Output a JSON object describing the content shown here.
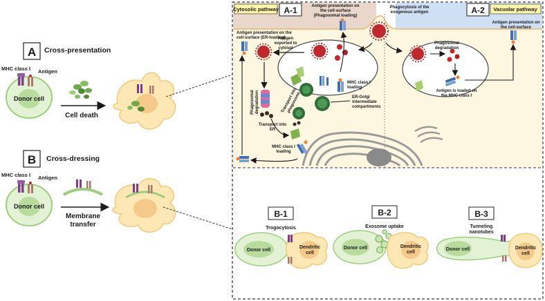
{
  "left": {
    "panel_a": {
      "letter": "A",
      "title": "Cross-presentation",
      "mhc_label": "MHC class I",
      "antigen_label": "Antigen",
      "cell_label": "Donor cell",
      "arrow_label": "Cell death"
    },
    "panel_b": {
      "letter": "B",
      "title": "Cross-dressing",
      "mhc_label": "MHC class I",
      "antigen_label": "Antigen",
      "cell_label": "Donor cell",
      "arrow_label_1": "Membrane",
      "arrow_label_2": "transfer"
    }
  },
  "a1": {
    "id": "A-1",
    "pathway": "Cytosolic pathway",
    "surface_label_1": "Antigen presentation on",
    "surface_label_2": "the cell-surface",
    "surface_label_3": "(Phagosomal loading)",
    "er_surface_1": "Antigen presentation on the",
    "er_surface_2": "cell-surface (ER-loading)",
    "exported_1": "Antigen",
    "exported_2": "exported  to",
    "exported_3": "cytosol",
    "phago_deg_1": "Phagosomal",
    "phago_deg_2": "degradation",
    "transport_phago_1": "Transport into",
    "transport_phago_2": "phagosome",
    "mhc_loading_1": "MHC class I",
    "mhc_loading_2": "loading",
    "er_golgi_1": "ER-Golgi",
    "er_golgi_2": "intermediate",
    "er_golgi_3": "compartments",
    "transport_er_1": "Transport into",
    "transport_er_2": "ER",
    "mhc_loading_er_1": "MHC class I",
    "mhc_loading_er_2": "loading"
  },
  "a2": {
    "id": "A-2",
    "pathway": "Vacuolar pathway",
    "phago_1": "Phagocytosis of the",
    "phago_2": "exogenous antigen",
    "deg_1": "Phagosomal",
    "deg_2": "degradation",
    "loaded_1": "Antigen is loaded on",
    "loaded_2": "the MHC class I",
    "surface_1": "Antigen presentation on",
    "surface_2": "the cell-surface"
  },
  "b_panels": [
    {
      "id": "B-1",
      "title_1": "Trogocytosis",
      "title_2": "",
      "donor": "Donor cell",
      "dendritic_1": "Dendritic",
      "dendritic_2": "cell"
    },
    {
      "id": "B-2",
      "title_1": "Exosome uptake",
      "title_2": "",
      "donor": "Donor cell",
      "dendritic_1": "Dendritic",
      "dendritic_2": "cell"
    },
    {
      "id": "B-3",
      "title_1": "Tunneling",
      "title_2": "nanotubes",
      "donor": "Donor cell",
      "dendritic_1": "Dendritic",
      "dendritic_2": "cell"
    }
  ],
  "colors": {
    "donor_fill": "#e3f1d5",
    "donor_nucleus": "#b9dc9e",
    "dendritic_fill": "#fde8b5",
    "dendritic_nucleus": "#f5c98a",
    "mhc": "#7b3f8c",
    "antigen_red": "#c0282d",
    "cytosolic_bg": "#e9d7cc",
    "vacuolar_bg": "#cfe0f5",
    "cell_bg": "#fdf7e2",
    "label_box": "#fff6a8"
  }
}
